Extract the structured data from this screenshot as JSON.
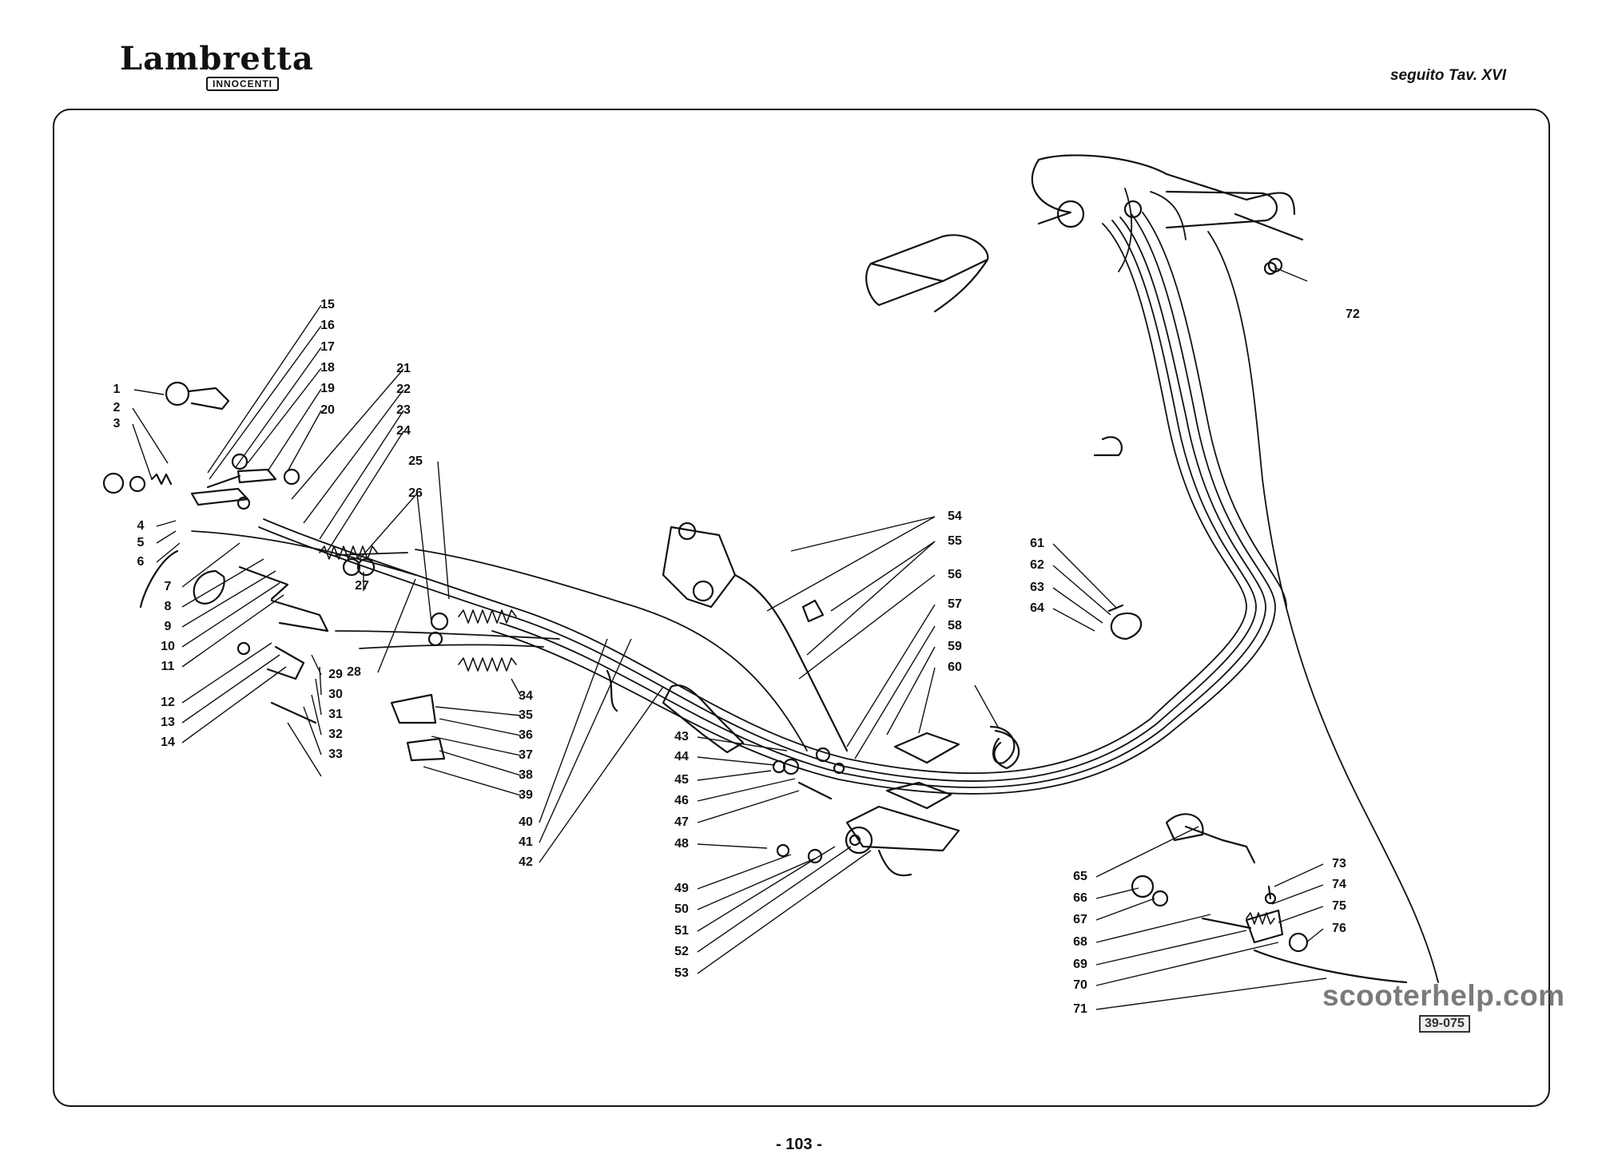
{
  "header": {
    "brand": "Lambretta",
    "brand_sub": "INNOCENTI",
    "table_ref": "seguito Tav. XVI"
  },
  "footer": {
    "page_number": "- 103 -"
  },
  "watermark": {
    "text": "scooterhelp.com",
    "stamp": "39-075"
  },
  "diagram": {
    "callouts": [
      "1",
      "2",
      "3",
      "4",
      "5",
      "6",
      "7",
      "8",
      "9",
      "10",
      "11",
      "12",
      "13",
      "14",
      "15",
      "16",
      "17",
      "18",
      "19",
      "20",
      "21",
      "22",
      "23",
      "24",
      "25",
      "26",
      "27",
      "28",
      "29",
      "30",
      "31",
      "32",
      "33",
      "34",
      "35",
      "36",
      "37",
      "38",
      "39",
      "40",
      "41",
      "42",
      "43",
      "44",
      "45",
      "46",
      "47",
      "48",
      "49",
      "50",
      "51",
      "52",
      "53",
      "54",
      "55",
      "56",
      "57",
      "58",
      "59",
      "60",
      "61",
      "62",
      "63",
      "64",
      "65",
      "66",
      "67",
      "68",
      "69",
      "70",
      "71",
      "72",
      "73",
      "74",
      "75",
      "76"
    ]
  }
}
